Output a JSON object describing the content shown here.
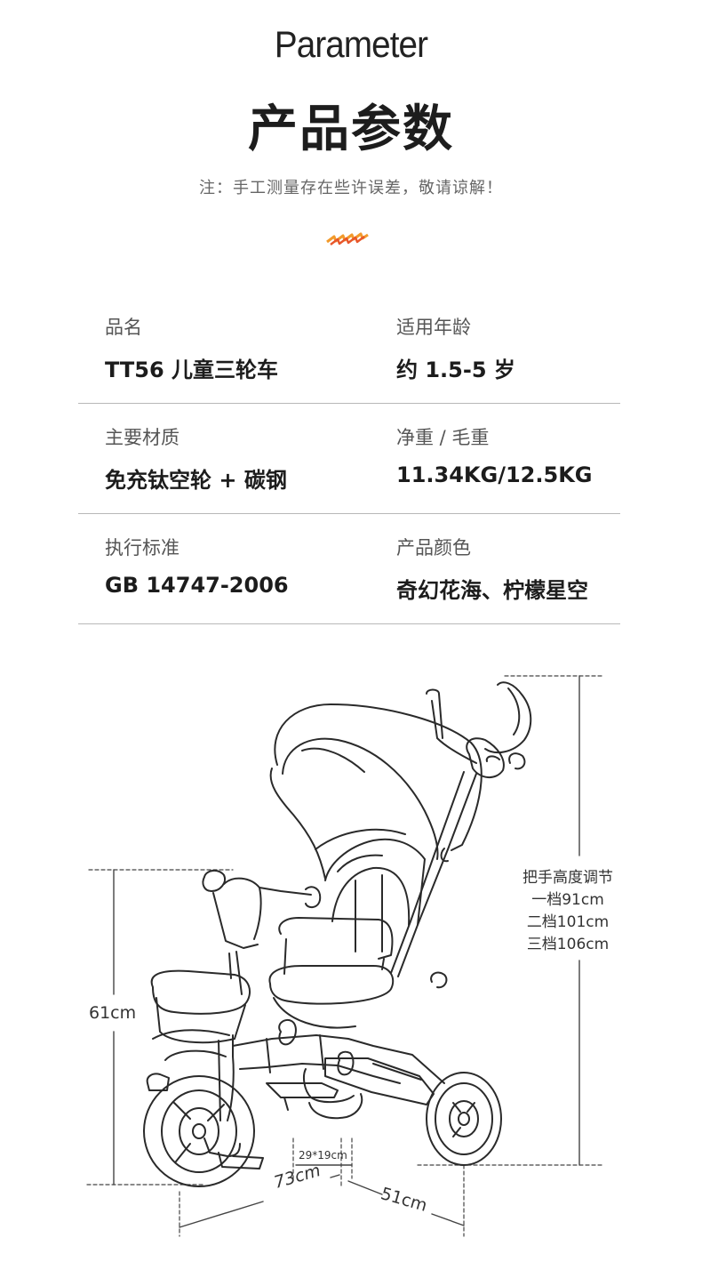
{
  "header": {
    "title_en": "Parameter",
    "title_cn": "产品参数",
    "note": "注：手工测量存在些许误差，敬请谅解！"
  },
  "colors": {
    "accent_orange": "#f29a2b",
    "accent_red": "#e8562a",
    "divider": "#b8b8b8"
  },
  "params": [
    [
      {
        "label": "品名",
        "value": "TT56 儿童三轮车"
      },
      {
        "label": "适用年龄",
        "value": "约 1.5-5 岁"
      }
    ],
    [
      {
        "label": "主要材质",
        "value": "免充钛空轮 + 碳钢"
      },
      {
        "label": "净重 / 毛重",
        "value": "11.34KG/12.5KG"
      }
    ],
    [
      {
        "label": "执行标准",
        "value": "GB 14747-2006"
      },
      {
        "label": "产品颜色",
        "value": "奇幻花海、柠檬星空"
      }
    ]
  ],
  "dimensions": {
    "height_left": "61cm",
    "seat": "29*19cm",
    "length": "73cm",
    "width": "51cm",
    "handle_title": "把手高度调节",
    "handle_levels": [
      "一档91cm",
      "二档101cm",
      "三档106cm"
    ]
  }
}
